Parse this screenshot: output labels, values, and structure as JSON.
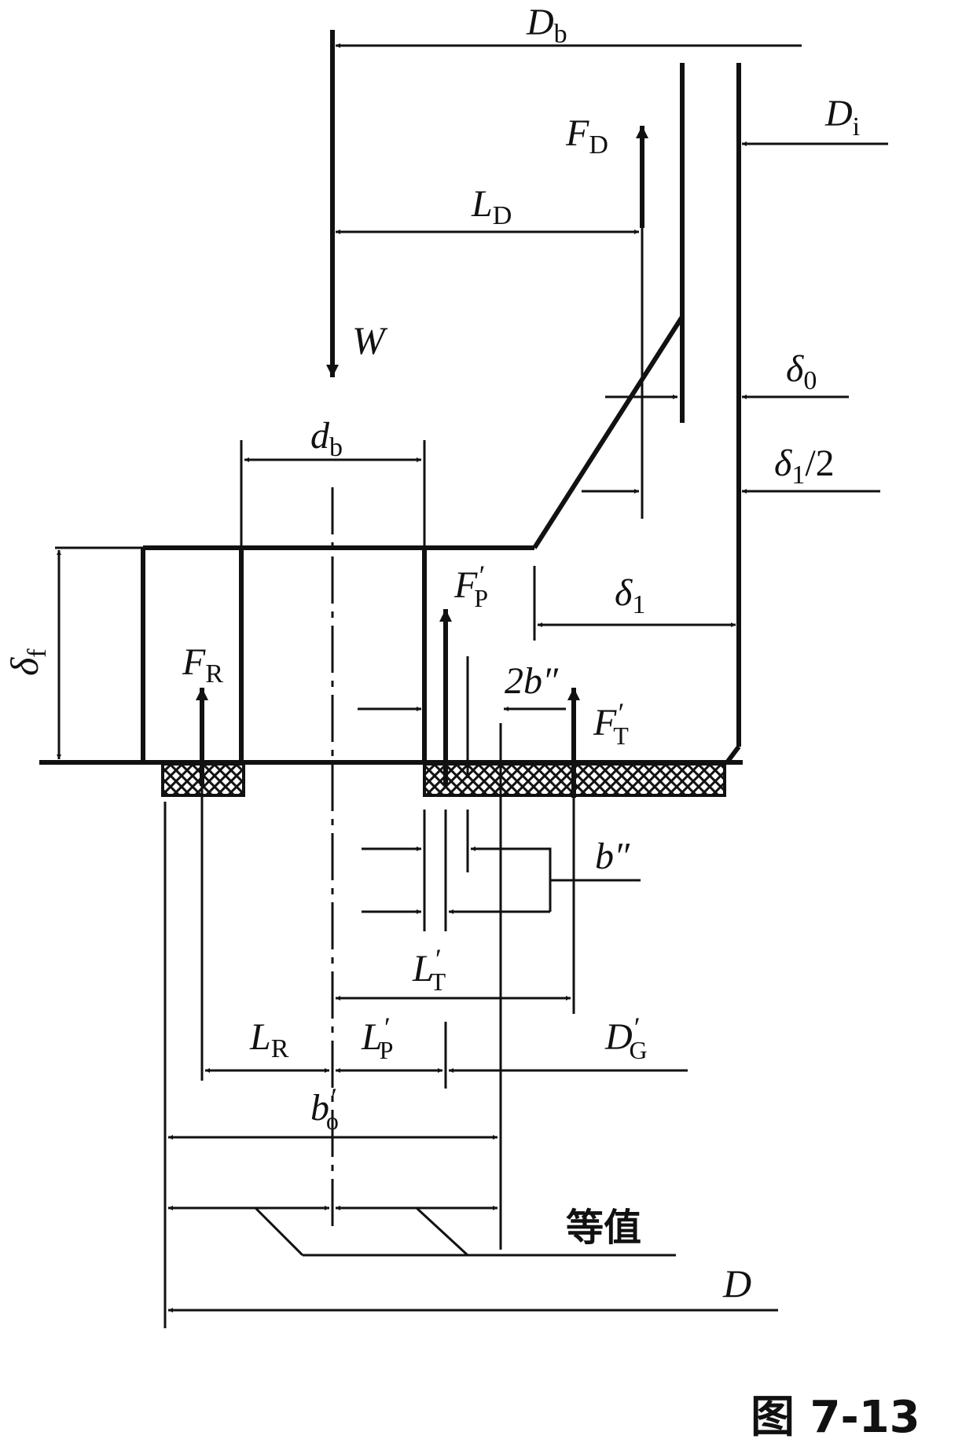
{
  "labels": {
    "Db": {
      "main": "D",
      "sub": "b"
    },
    "Di": {
      "main": "D",
      "sub": "i"
    },
    "FD": {
      "main": "F",
      "sub": "D"
    },
    "LD": {
      "main": "L",
      "sub": "D"
    },
    "W": {
      "main": "W"
    },
    "delta0": {
      "main": "δ",
      "sub": "0"
    },
    "db": {
      "main": "d",
      "sub": "b"
    },
    "delta1half": {
      "main": "δ",
      "sub": "1",
      "tail": "/2"
    },
    "deltaf": {
      "main": "δ",
      "sub": "f"
    },
    "FPp": {
      "main": "F",
      "prime": "′",
      "sub": "P"
    },
    "delta1": {
      "main": "δ",
      "sub": "1"
    },
    "FR": {
      "main": "F",
      "sub": "R"
    },
    "two_b": {
      "main": "2b″"
    },
    "FTp": {
      "main": "F",
      "prime": "′",
      "sub": "T"
    },
    "b_dbl": {
      "main": "b″"
    },
    "LTp": {
      "main": "L",
      "prime": "′",
      "sub": "T"
    },
    "LR": {
      "main": "L",
      "sub": "R"
    },
    "LPp": {
      "main": "L",
      "prime": "′",
      "sub": "P"
    },
    "DGp": {
      "main": "D",
      "prime": "′",
      "sub": "G"
    },
    "b0p": {
      "main": "b",
      "prime": "′",
      "sub": "o"
    },
    "equal": {
      "main": "等值"
    },
    "D": {
      "main": "D"
    }
  },
  "caption": "图 7-13"
}
